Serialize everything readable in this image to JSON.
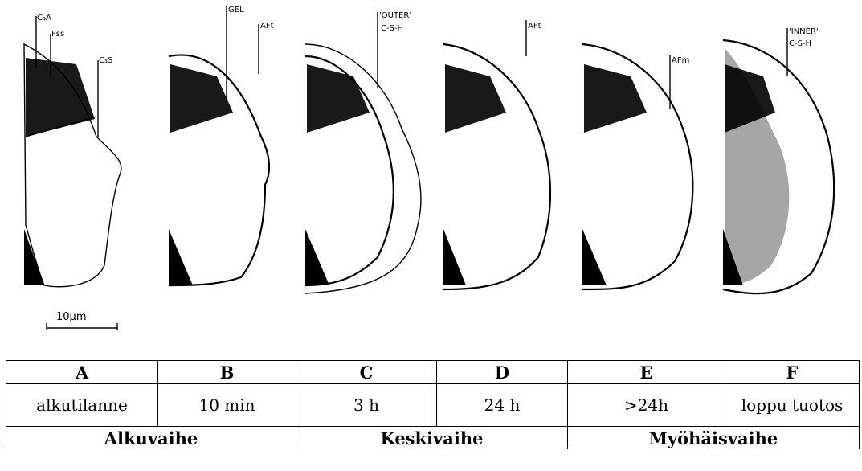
{
  "figure": {
    "labels": {
      "c3a": "C₃A",
      "fss": "Fss",
      "c3s": "C₃S",
      "gel": "GEL",
      "aft_b": "AFt",
      "outer": "'OUTER'",
      "csh_outer": "C-S-H",
      "aft_d": "AFt",
      "afm": "AFm",
      "inner": "'INNER'",
      "csh_inner": "C-S-H"
    },
    "scale_bar": "10µm"
  },
  "table": {
    "letters": [
      "A",
      "B",
      "C",
      "D",
      "E",
      "F"
    ],
    "times": [
      "alkutilanne",
      "10 min",
      "3 h",
      "24 h",
      ">24h",
      "loppu tuotos"
    ],
    "phases": [
      "Alkuvaihe",
      "Keskivaihe",
      "Myöhäisvaihe"
    ]
  }
}
